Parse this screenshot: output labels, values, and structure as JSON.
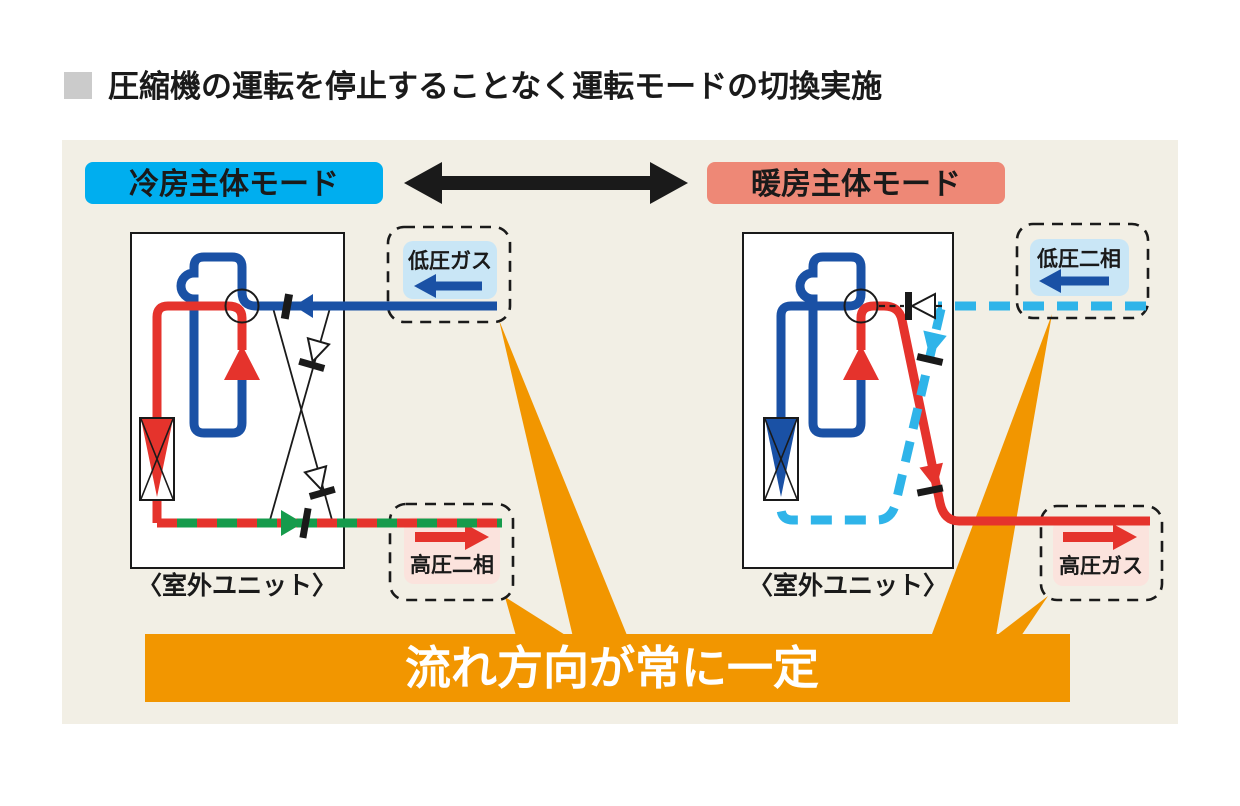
{
  "title": "圧縮機の運転を停止することなく運転モードの切換実施",
  "mode_labels": {
    "cooling": "冷房主体モード",
    "heating": "暖房主体モード"
  },
  "unit_captions": {
    "left": "〈室外ユニット〉",
    "right": "〈室外ユニット〉"
  },
  "pipe_labels": {
    "low_pressure_gas": "低圧ガス",
    "high_pressure_two_phase": "高圧二相",
    "low_pressure_two_phase": "低圧二相",
    "high_pressure_gas": "高圧ガス"
  },
  "banner": "流れ方向が常に一定",
  "colors": {
    "panel_bg": "#F2EFE5",
    "cooling_label_bg": "#00AEEF",
    "heating_label_bg": "#EE8876",
    "banner_bg": "#F29600",
    "pipe_blue": "#1A51A5",
    "pipe_cyan": "#2FB4E9",
    "pipe_red": "#E5332C",
    "pipe_green": "#169B4C",
    "label_blue_bg": "#C9E6F6",
    "label_pink_bg": "#FBE3DD",
    "title_bullet": "#CBCBCB"
  }
}
